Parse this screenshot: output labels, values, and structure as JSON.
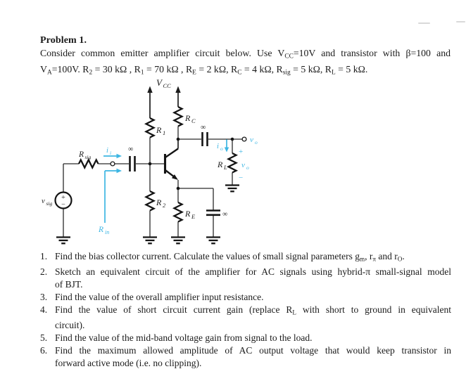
{
  "page": {
    "title": "Problem 1.",
    "annotation_color": "#3db6e3",
    "ink_color": "#1b1b1b",
    "intro": {
      "lines": [
        {
          "segments": [
            {
              "t": "Consider common emitter amplifier circuit below. Use V"
            },
            {
              "t": "CC",
              "sub": true
            },
            {
              "t": "=10V and transistor with β=100 and"
            }
          ]
        },
        {
          "segments": [
            {
              "t": "V"
            },
            {
              "t": "A",
              "sub": true
            },
            {
              "t": "=100V. R"
            },
            {
              "t": "2",
              "sub": true
            },
            {
              "t": " = 30 kΩ , R"
            },
            {
              "t": "1",
              "sub": true
            },
            {
              "t": " = 70 kΩ , R"
            },
            {
              "t": "E",
              "sub": true
            },
            {
              "t": " = 2 kΩ, R"
            },
            {
              "t": "C",
              "sub": true
            },
            {
              "t": " = 4 kΩ, R"
            },
            {
              "t": "sig",
              "sub": true
            },
            {
              "t": " = 5 kΩ, R"
            },
            {
              "t": "L",
              "sub": true
            },
            {
              "t": " = 5 kΩ."
            }
          ]
        }
      ]
    }
  },
  "circuit": {
    "labels": {
      "vcc": {
        "main": "V",
        "sub": "CC"
      },
      "r1": {
        "main": "R",
        "sub": "1"
      },
      "rc": {
        "main": "R",
        "sub": "C"
      },
      "r2": {
        "main": "R",
        "sub": "2"
      },
      "re": {
        "main": "R",
        "sub": "E"
      },
      "rl": {
        "main": "R",
        "sub": "L"
      },
      "rsig": {
        "main": "R",
        "sub": "sig"
      },
      "vsig": {
        "main": "v",
        "sub": "sig"
      },
      "rin": {
        "main": "R",
        "sub": "in"
      },
      "ii": {
        "main": "i",
        "sub": "i"
      },
      "io": {
        "main": "i",
        "sub": "o"
      },
      "vo_terminal": {
        "main": "v",
        "sub": "o"
      },
      "vo_load": {
        "main": "v",
        "sub": "o"
      },
      "plus": "+",
      "minus": "−",
      "source_plus": "+",
      "source_minus": "−",
      "infinity": "∞"
    }
  },
  "questions": {
    "items": [
      {
        "num": "1.",
        "lines": [
          {
            "segments": [
              {
                "t": "Find the bias collector current. Calculate the values of small signal parameters g"
              },
              {
                "t": "m",
                "sub": true
              },
              {
                "t": ", r"
              },
              {
                "t": "π",
                "sub": true
              },
              {
                "t": " and r"
              },
              {
                "t": "O",
                "sub": true
              },
              {
                "t": "."
              }
            ]
          }
        ]
      },
      {
        "num": "2.",
        "lines": [
          {
            "segments": [
              {
                "t": "Sketch an equivalent circuit of the amplifier for AC signals using hybrid-π small-signal model"
              }
            ]
          },
          {
            "segments": [
              {
                "t": "of BJT."
              }
            ]
          }
        ]
      },
      {
        "num": "3.",
        "lines": [
          {
            "segments": [
              {
                "t": "Find the value of the overall amplifier input resistance."
              }
            ]
          }
        ]
      },
      {
        "num": "4.",
        "lines": [
          {
            "segments": [
              {
                "t": "Find the value of short circuit current gain (replace R"
              },
              {
                "t": "L",
                "sub": true
              },
              {
                "t": " with short to ground in equivalent"
              }
            ]
          },
          {
            "segments": [
              {
                "t": "circuit)."
              }
            ]
          }
        ]
      },
      {
        "num": "5.",
        "lines": [
          {
            "segments": [
              {
                "t": "Find the value of the mid-band voltage gain from signal to the load."
              }
            ]
          }
        ]
      },
      {
        "num": "6.",
        "lines": [
          {
            "segments": [
              {
                "t": "Find the maximum allowed amplitude of AC output voltage that would keep transistor in"
              }
            ]
          },
          {
            "segments": [
              {
                "t": "forward active mode (i.e. no clipping)."
              }
            ]
          }
        ]
      }
    ]
  }
}
